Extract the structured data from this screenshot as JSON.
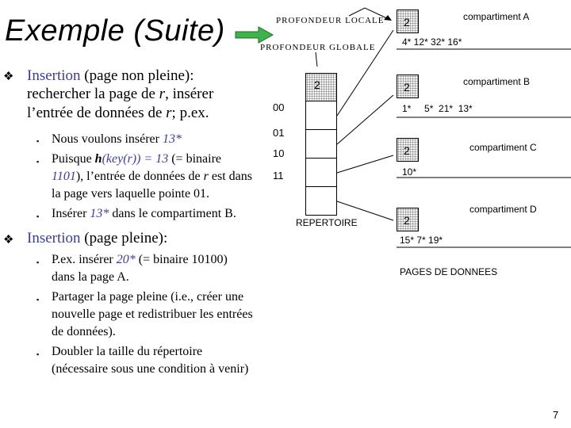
{
  "slide": {
    "title": "Exemple (Suite)",
    "page_number": "7"
  },
  "bullets": {
    "insert_nonfull": {
      "lead": "Insertion",
      "rest_line1": " (page non pleine):",
      "line2": "rechercher la page de ",
      "var_r1": "r",
      "line2b": ", insérer",
      "line3": "l’entrée de données de ",
      "var_r2": "r",
      "line3b": "; p.ex.",
      "sub1_a": "Nous voulons insérer ",
      "sub1_b": "13*",
      "sub2_a": "Puisque ",
      "sub2_h": "h",
      "sub2_b": "(key(r)) = 13",
      "sub2_c": " (= binaire",
      "sub2_line2_a": "1101",
      "sub2_line2_b": "), l’entrée de données de ",
      "sub2_line2_r": "r",
      "sub2_line2_c": " est dans",
      "sub2_line3": "la page vers laquelle pointe 01.",
      "sub3_a": "Insérer ",
      "sub3_b": "13*",
      "sub3_c": " dans le compartiment B."
    },
    "insert_full": {
      "lead": "Insertion",
      "rest": " (page pleine):",
      "s1_a": "P.ex. insérer ",
      "s1_b": "20*",
      "s1_c": " (= binaire 10100)",
      "s1_line2": "dans la page A.",
      "s2_line1": "Partager la page pleine (i.e., créer une",
      "s2_line2": "nouvelle page et redistribuer les entrées",
      "s2_line3": "de données).",
      "s3_line1": "Doubler la taille du répertoire",
      "s3_line2": "(nécessaire sous une condition à venir)"
    },
    "bullet_glyph": "❖",
    "sub_glyph": "▪"
  },
  "diagram": {
    "local_depth_label": "PROFONDEUR LOCALE",
    "global_depth_label": "PROFONDEUR GLOBALE",
    "global_depth": "2",
    "directory_label": "REPERTOIRE",
    "directory_entries": [
      "00",
      "01",
      "10",
      "11"
    ],
    "pages_label": "PAGES DE DONNEES",
    "buckets": [
      {
        "name": "compartiment A",
        "depth": "2",
        "entries": "4*  12*  32* 16*"
      },
      {
        "name": "compartiment B",
        "depth": "2",
        "entries": "1*     5*  21*  13*"
      },
      {
        "name": "compartiment C",
        "depth": "2",
        "entries": "10*"
      },
      {
        "name": "compartiment D",
        "depth": "2",
        "entries": "15*  7*  19*"
      }
    ],
    "colors": {
      "arrow_fill": "#3cb44a",
      "arrow_stroke": "#1e6e28",
      "text_accent": "#3b3ba8"
    }
  }
}
